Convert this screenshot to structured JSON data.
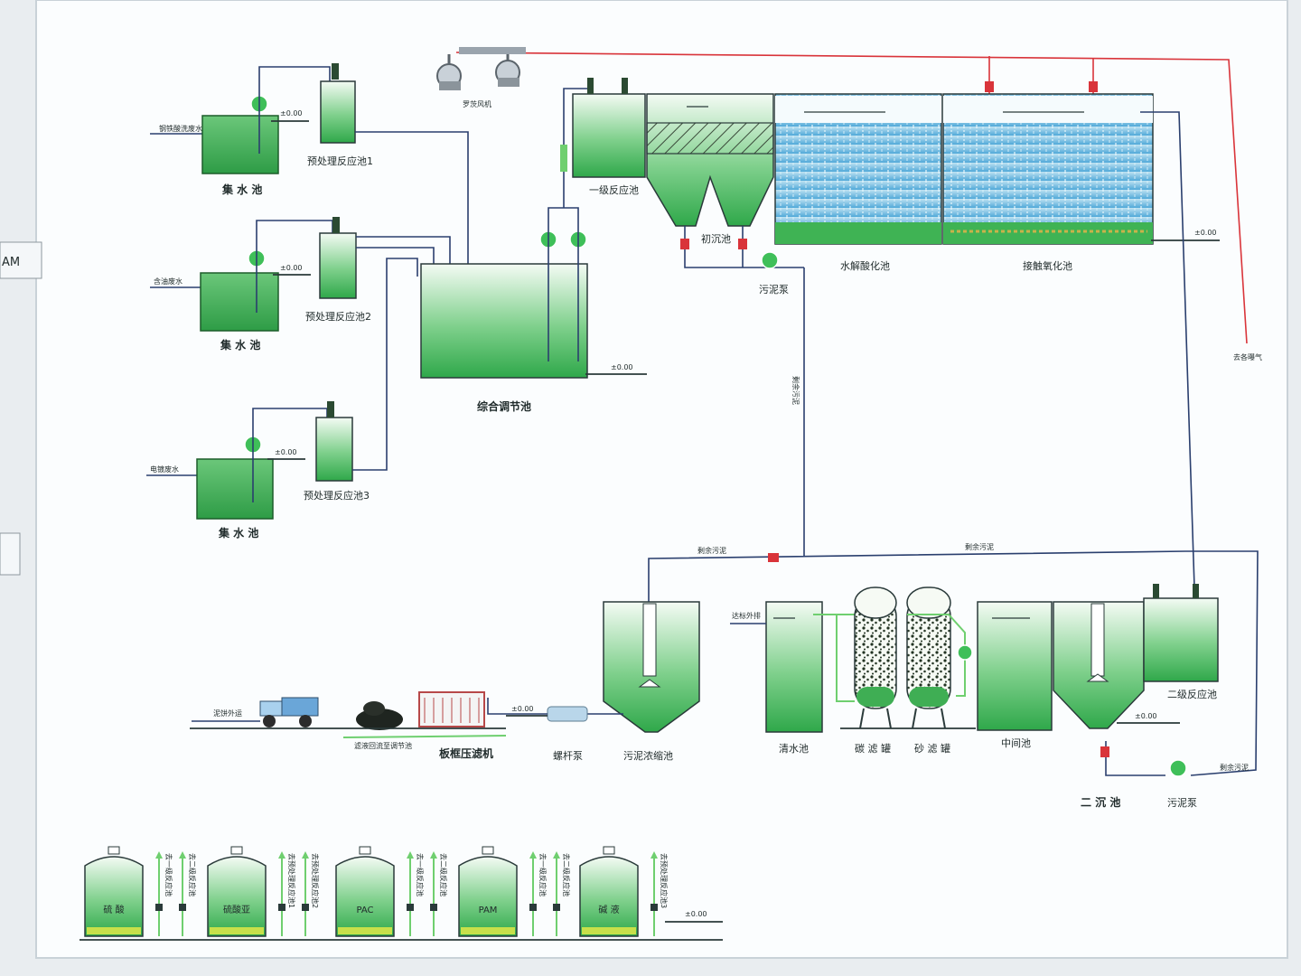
{
  "collect": [
    {
      "name": "集 水 池",
      "inflow": "钢铁酸洗废水",
      "level": "±0.00",
      "reactor": "预处理反应池1"
    },
    {
      "name": "集 水 池",
      "inflow": "含油废水",
      "level": "±0.00",
      "reactor": "预处理反应池2"
    },
    {
      "name": "集 水 池",
      "inflow": "电镀废水",
      "level": "±0.00",
      "reactor": "预处理反应池3"
    }
  ],
  "equalization": {
    "name": "综合调节池",
    "level": "±0.00"
  },
  "blower": "罗茨风机",
  "primary": {
    "reactor": "一级反应池",
    "settling": "初沉池",
    "hydrolysis": "水解酸化池",
    "contact": "接触氧化池",
    "sludge_pump": "污泥泵",
    "level": "±0.00"
  },
  "pipes": {
    "remaining_sludge_v": "剩余污泥",
    "remaining_sludge_1": "剩余污泥",
    "remaining_sludge_2": "剩余污泥",
    "remaining_sludge_3": "剩余污泥",
    "aeration": "去各曝气"
  },
  "sludge_line": {
    "thickener": "污泥浓缩池",
    "screw_pump": "螺杆泵",
    "filter_press": "板框压滤机",
    "outflow": "泥饼外运",
    "filtrate": "滤液回流至调节池",
    "level": "±0.00"
  },
  "treatment": {
    "clear": "清水池",
    "carbon": "碳 滤 罐",
    "sand": "砂 滤 罐",
    "middle": "中间池",
    "secondary_settling": "二 沉 池",
    "secondary_reactor": "二级反应池",
    "sludge_pump": "污泥泵",
    "discharge": "达标外排",
    "level": "±0.00"
  },
  "dosing": [
    {
      "name": "硫 酸",
      "lines": [
        "去一级反应池",
        "去二级反应池"
      ]
    },
    {
      "name": "硫酸亚",
      "lines": [
        "去预处理反应池1",
        "去预处理反应池2"
      ]
    },
    {
      "name": "PAC",
      "lines": [
        "去一级反应池",
        "去二级反应池"
      ]
    },
    {
      "name": "PAM",
      "lines": [
        "去一级反应池",
        "去二级反应池"
      ]
    },
    {
      "name": "碱 液",
      "lines": [
        "去预处理反应池3"
      ]
    }
  ],
  "dosing_level": "±0.00",
  "edge_tab": "AM",
  "colors": {
    "tank_top": "#f4fbf4",
    "tank_bottom": "#2fa84a",
    "pipe": "#2a3f6e",
    "accent": "#6fcf6f",
    "red": "#d9343a",
    "water": "#5fb4e0"
  }
}
